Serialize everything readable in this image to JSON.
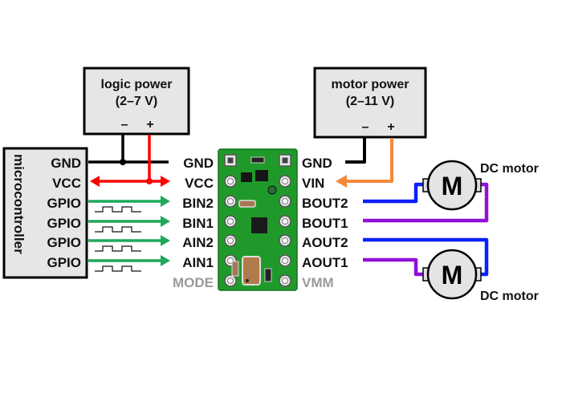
{
  "colors": {
    "ground_wire": "#000000",
    "logic_vcc_wire": "#ff0000",
    "signal_wire": "#1fa85a",
    "motor_vin_wire": "#f4893a",
    "bout2_aout2_wire": "#0a20ff",
    "bout1_aout1_wire": "#9010d8",
    "box_fill": "#e6e6e6",
    "board_green": "#1f9a2a",
    "disabled_label": "#9a9a9a"
  },
  "logic_power": {
    "title": "logic power",
    "range": "(2–7 V)",
    "minus": "–",
    "plus": "+"
  },
  "motor_power": {
    "title": "motor power",
    "range": "(2–11 V)",
    "minus": "–",
    "plus": "+"
  },
  "microcontroller": {
    "title": "microcontroller",
    "pins": [
      "GND",
      "VCC",
      "GPIO",
      "GPIO",
      "GPIO",
      "GPIO"
    ]
  },
  "driver_left_pins": [
    "GND",
    "VCC",
    "BIN2",
    "BIN1",
    "AIN2",
    "AIN1",
    "MODE"
  ],
  "driver_right_pins": [
    "GND",
    "VIN",
    "BOUT2",
    "BOUT1",
    "AOUT2",
    "AOUT1",
    "VMM"
  ],
  "motors": [
    {
      "letter": "M",
      "label": "DC motor"
    },
    {
      "letter": "M",
      "label": "DC motor"
    }
  ]
}
